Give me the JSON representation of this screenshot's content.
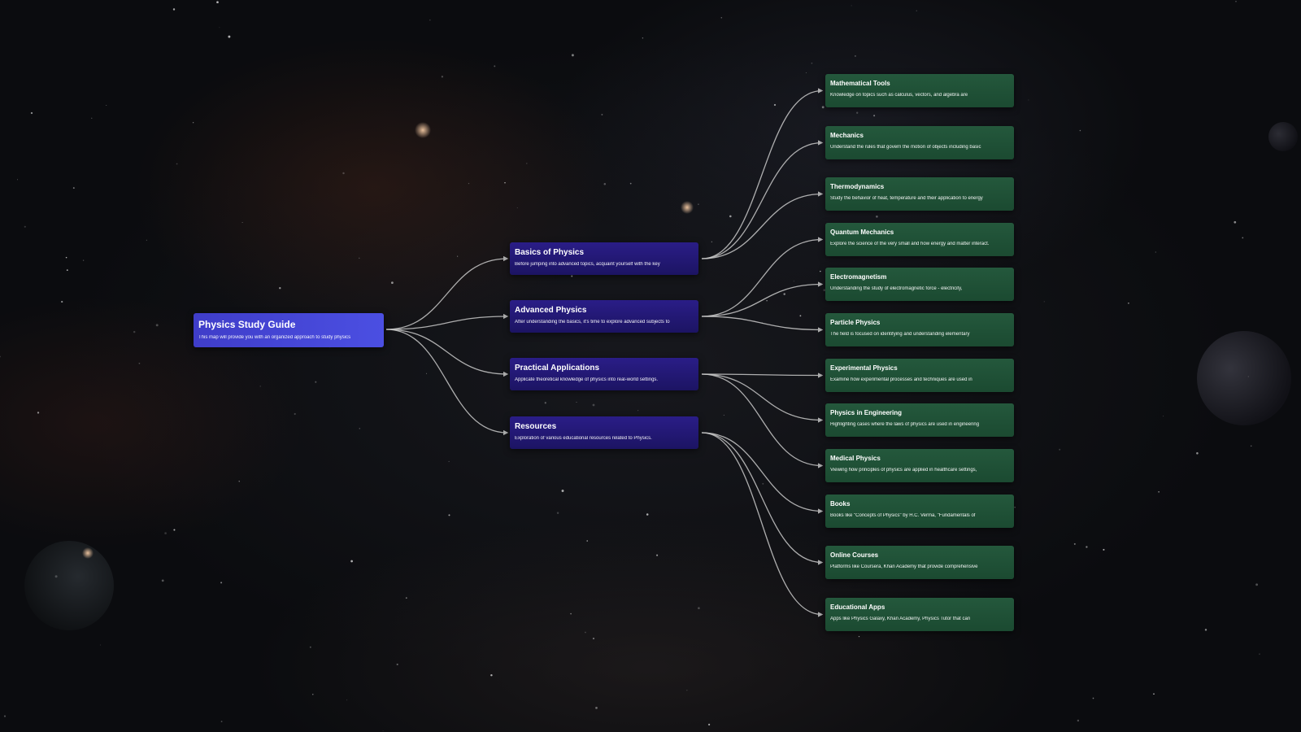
{
  "root": {
    "title": "Physics Study Guide",
    "description": "This map will provide you with an organized approach to study physics"
  },
  "branches": [
    {
      "id": "basics",
      "title": "Basics of Physics",
      "description": "Before jumping into advanced topics, acquaint yourself with the key",
      "children": [
        {
          "title": "Mathematical Tools",
          "description": "Knowledge on topics such as calculus, vectors, and algebra are"
        },
        {
          "title": "Mechanics",
          "description": "Understand the rules that govern the motion of objects including basic"
        },
        {
          "title": "Thermodynamics",
          "description": "Study the behavior of heat, temperature and their application to energy"
        }
      ]
    },
    {
      "id": "advanced",
      "title": "Advanced Physics",
      "description": "After understanding the basics, it's time to explore advanced subjects to",
      "children": [
        {
          "title": "Quantum Mechanics",
          "description": "Explore the science of the very small and how energy and matter interact."
        },
        {
          "title": "Electromagnetism",
          "description": "Understanding the study of electromagnetic force - electricity,"
        },
        {
          "title": "Particle Physics",
          "description": "The field is focused on identifying and understanding elementary"
        }
      ]
    },
    {
      "id": "practical",
      "title": "Practical Applications",
      "description": "Applicate theoretical knowledge of physics into real-world settings.",
      "children": [
        {
          "title": "Experimental Physics",
          "description": "Examine how experimental processes and techniques are used in"
        },
        {
          "title": "Physics in Engineering",
          "description": "Highlighting cases where the laws of physics are used in engineering"
        },
        {
          "title": "Medical Physics",
          "description": "Viewing how principles of physics are applied in healthcare settings,"
        }
      ]
    },
    {
      "id": "resources",
      "title": "Resources",
      "description": "Exploration of various educational resources related to Physics.",
      "children": [
        {
          "title": "Books",
          "description": "Books like \"Concepts of Physics\" by H.C. Verma, \"Fundamentals of"
        },
        {
          "title": "Online Courses",
          "description": "Platforms like Coursera, Khan Academy that provide comprehensive"
        },
        {
          "title": "Educational Apps",
          "description": "Apps like Physics Galaxy, Khan Academy, Physics Tutor that can"
        }
      ]
    }
  ],
  "colors": {
    "root": "#4446d8",
    "branch": "#23187a",
    "leaf": "#1f5136",
    "link": "#c9c9c9"
  }
}
